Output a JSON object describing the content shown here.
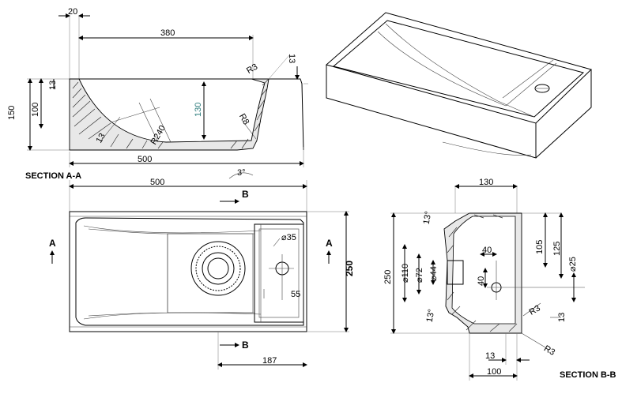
{
  "section_aa": {
    "title": "SECTION A-A",
    "dims": {
      "top_offset": "20",
      "basin_length": "380",
      "overall_height": "150",
      "inner_height": "100",
      "rim_thickness": "13",
      "drop_height": "130",
      "wall_thickness": "13",
      "radius_large": "R240",
      "radius_top": "R3",
      "radius_bottom": "R8",
      "lip": "13",
      "overall_length": "500",
      "draft_angle": "3°"
    }
  },
  "plan_view": {
    "dims": {
      "overall_length": "500",
      "overall_width": "250",
      "hole_diameter": "⌀35",
      "hole_offset": "55",
      "hole_position": "187"
    },
    "section_marks": {
      "a": "A",
      "b": "B"
    }
  },
  "section_bb": {
    "title": "SECTION B-B",
    "dims": {
      "top_width": "130",
      "height_overall": "250",
      "height_upper": "105",
      "height_total": "125",
      "dia_outer": "⌀110",
      "dia_mid": "⌀72",
      "dia_inner": "⌀44",
      "offset_h": "40",
      "offset_v": "40",
      "hole_dia": "⌀25",
      "angle_top": "13°",
      "angle_bottom": "13°",
      "radius_a": "R3",
      "radius_b": "R3",
      "lip": "13",
      "bottom_width": "100",
      "small_lip": "13"
    }
  }
}
